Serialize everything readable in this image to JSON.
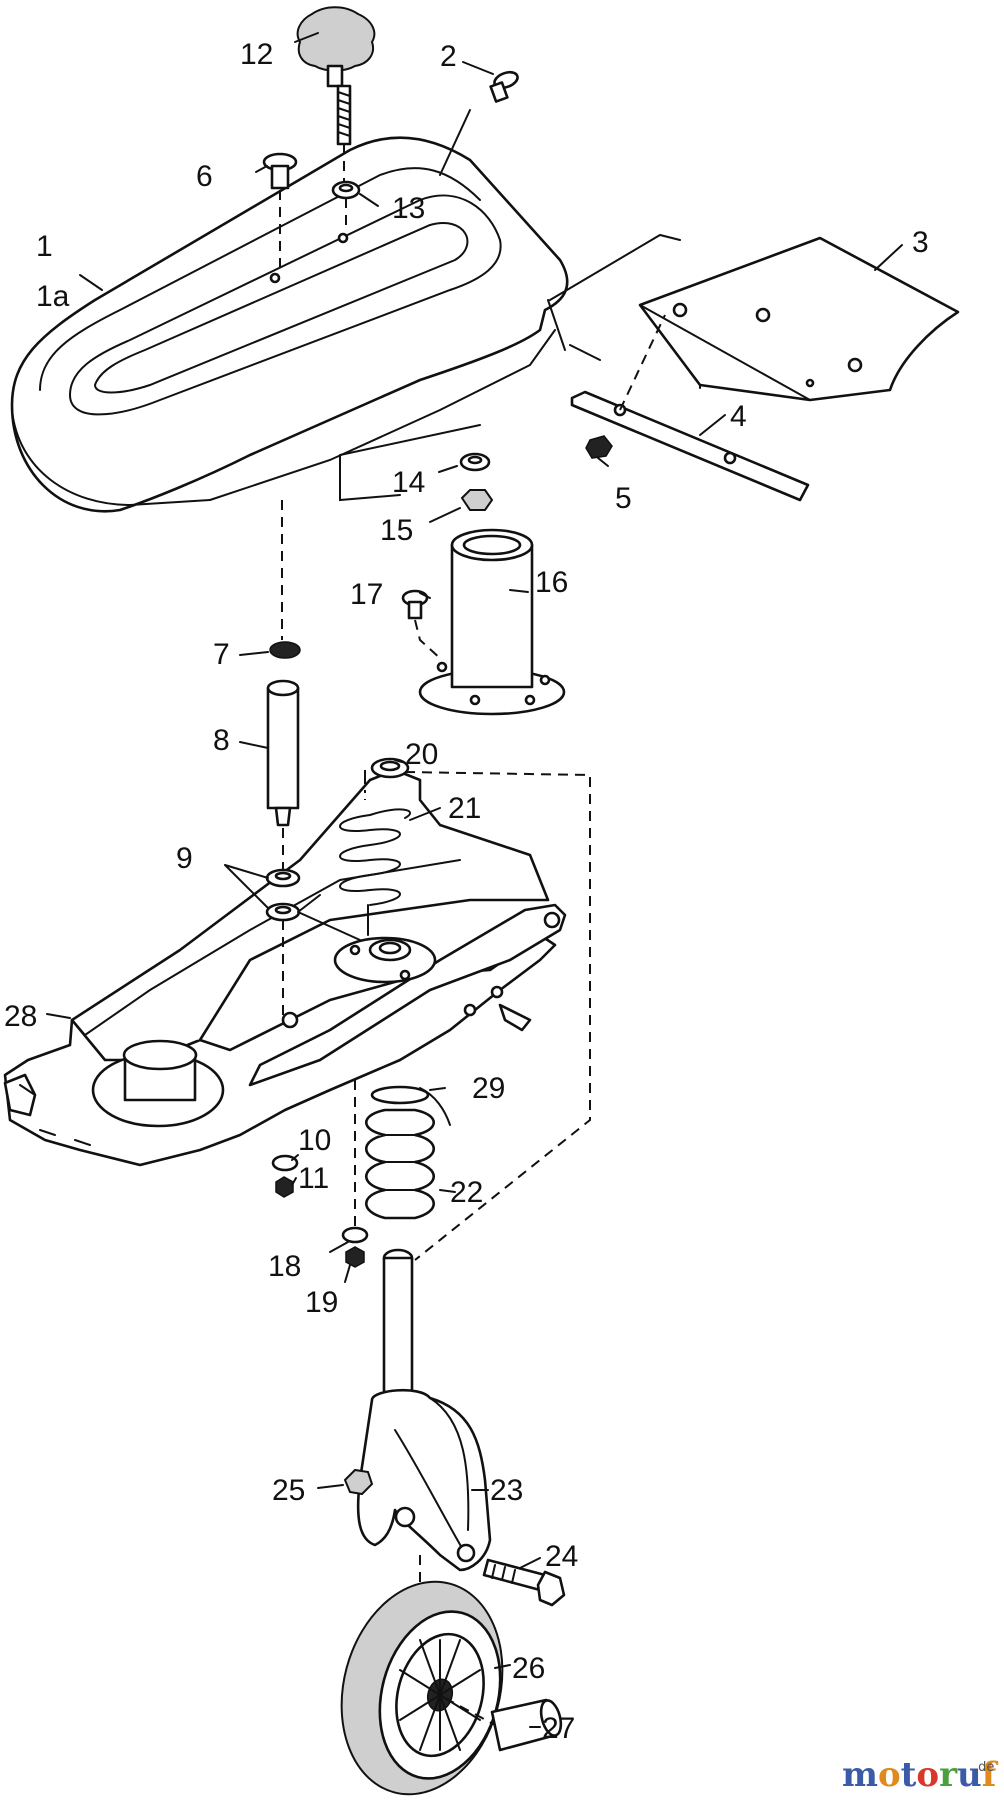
{
  "labels": {
    "p1": "1",
    "p1a": "1a",
    "p2": "2",
    "p3": "3",
    "p4": "4",
    "p5": "5",
    "p6": "6",
    "p7": "7",
    "p8": "8",
    "p9": "9",
    "p10": "10",
    "p11": "11",
    "p12": "12",
    "p13": "13",
    "p14": "14",
    "p15": "15",
    "p16": "16",
    "p17": "17",
    "p18": "18",
    "p19": "19",
    "p20": "20",
    "p21": "21",
    "p22": "22",
    "p23": "23",
    "p24": "24",
    "p25": "25",
    "p26": "26",
    "p27": "27",
    "p28": "28",
    "p29": "29"
  },
  "watermark": {
    "letters": [
      "m",
      "o",
      "t",
      "o",
      "r",
      "u",
      "f"
    ],
    "colors": [
      "#3b5aa8",
      "#e08a1e",
      "#3b5aa8",
      "#d8382c",
      "#4aa03c",
      "#3b5aa8",
      "#e08a1e"
    ],
    "suffix": ".de"
  }
}
